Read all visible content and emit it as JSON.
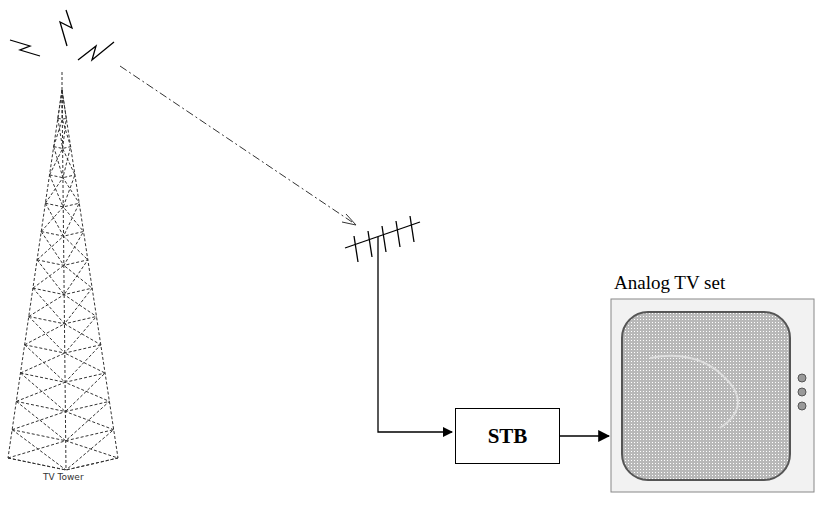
{
  "diagram": {
    "nodes": [
      {
        "text": [
          "STB"
        ]
      },
      {
        "text": [
          "Analog TV set"
        ]
      }
    ],
    "edges": [
      {
        "from": 0,
        "to": 1,
        "arrow": "to"
      }
    ],
    "labels": [
      "TV Tower"
    ]
  }
}
